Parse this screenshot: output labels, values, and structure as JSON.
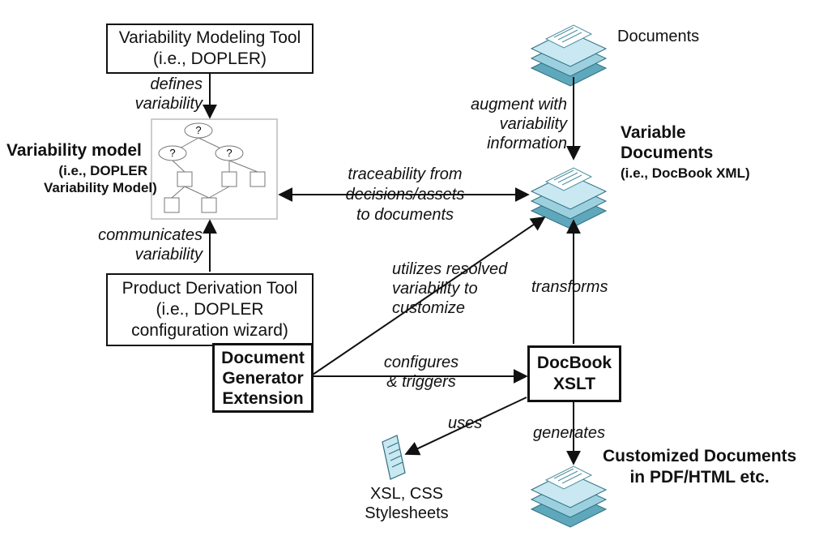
{
  "boxes": {
    "modeling_tool": [
      "Variability Modeling Tool",
      "(i.e., DOPLER)"
    ],
    "derivation_tool": [
      "Product Derivation Tool",
      "(i.e., DOPLER",
      "configuration wizard)"
    ],
    "generator": [
      "Document",
      "Generator",
      "Extension"
    ],
    "xslt": [
      "DocBook",
      "XSLT"
    ]
  },
  "labels": {
    "documents": "Documents",
    "variability_model_title": "Variability model",
    "variability_model_sub": [
      "(i.e., DOPLER",
      "Variability Model)"
    ],
    "variable_docs_title": [
      "Variable",
      "Documents"
    ],
    "variable_docs_sub": "(i.e., DocBook XML)",
    "customized_docs": [
      "Customized Documents",
      "in PDF/HTML etc."
    ],
    "stylesheets": [
      "XSL, CSS",
      "Stylesheets"
    ]
  },
  "edges": {
    "defines": [
      "defines",
      "variability"
    ],
    "communicates": [
      "communicates",
      "variability"
    ],
    "augment": [
      "augment with",
      "variability",
      "information"
    ],
    "traceability": [
      "traceability from",
      "decisions/assets",
      "to documents"
    ],
    "utilizes": [
      "utilizes resolved",
      "variability to",
      "customize"
    ],
    "transforms": "transforms",
    "configures": [
      "configures",
      "& triggers"
    ],
    "uses": "uses",
    "generates": "generates"
  },
  "model_nodes": {
    "question_mark": "?"
  },
  "colors": {
    "stroke": "#111111",
    "doc_fill": "#aad6e2",
    "doc_dark": "#5fa8bc",
    "doc_page": "#eaf6fa",
    "model_border": "#bbbbbb"
  }
}
